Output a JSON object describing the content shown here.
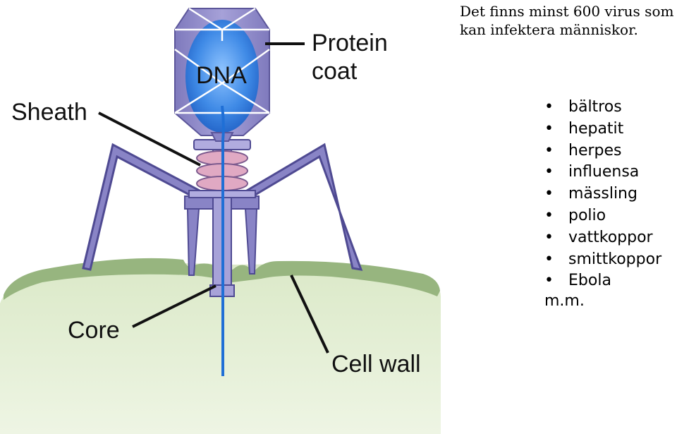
{
  "intro": {
    "line1": "Det finns minst 600 virus som",
    "line2": "kan infektera människor."
  },
  "viruses": [
    "bältros",
    "hepatit",
    "herpes",
    "influensa",
    "mässling",
    "polio",
    "vattkoppor",
    "smittkoppor",
    "Ebola"
  ],
  "list_suffix": "m.m.",
  "diagram": {
    "labels": {
      "dna": "DNA",
      "protein_coat_1": "Protein",
      "protein_coat_2": "coat",
      "sheath": "Sheath",
      "core": "Core",
      "cell_wall": "Cell wall"
    },
    "colors": {
      "capsid": "#8a86c4",
      "capsid_edge": "#5c569a",
      "dna": "#1f6fd6",
      "sheath": "#d99bb8",
      "cell": "#d8e8c4",
      "cell_membrane": "#8fae78"
    }
  }
}
